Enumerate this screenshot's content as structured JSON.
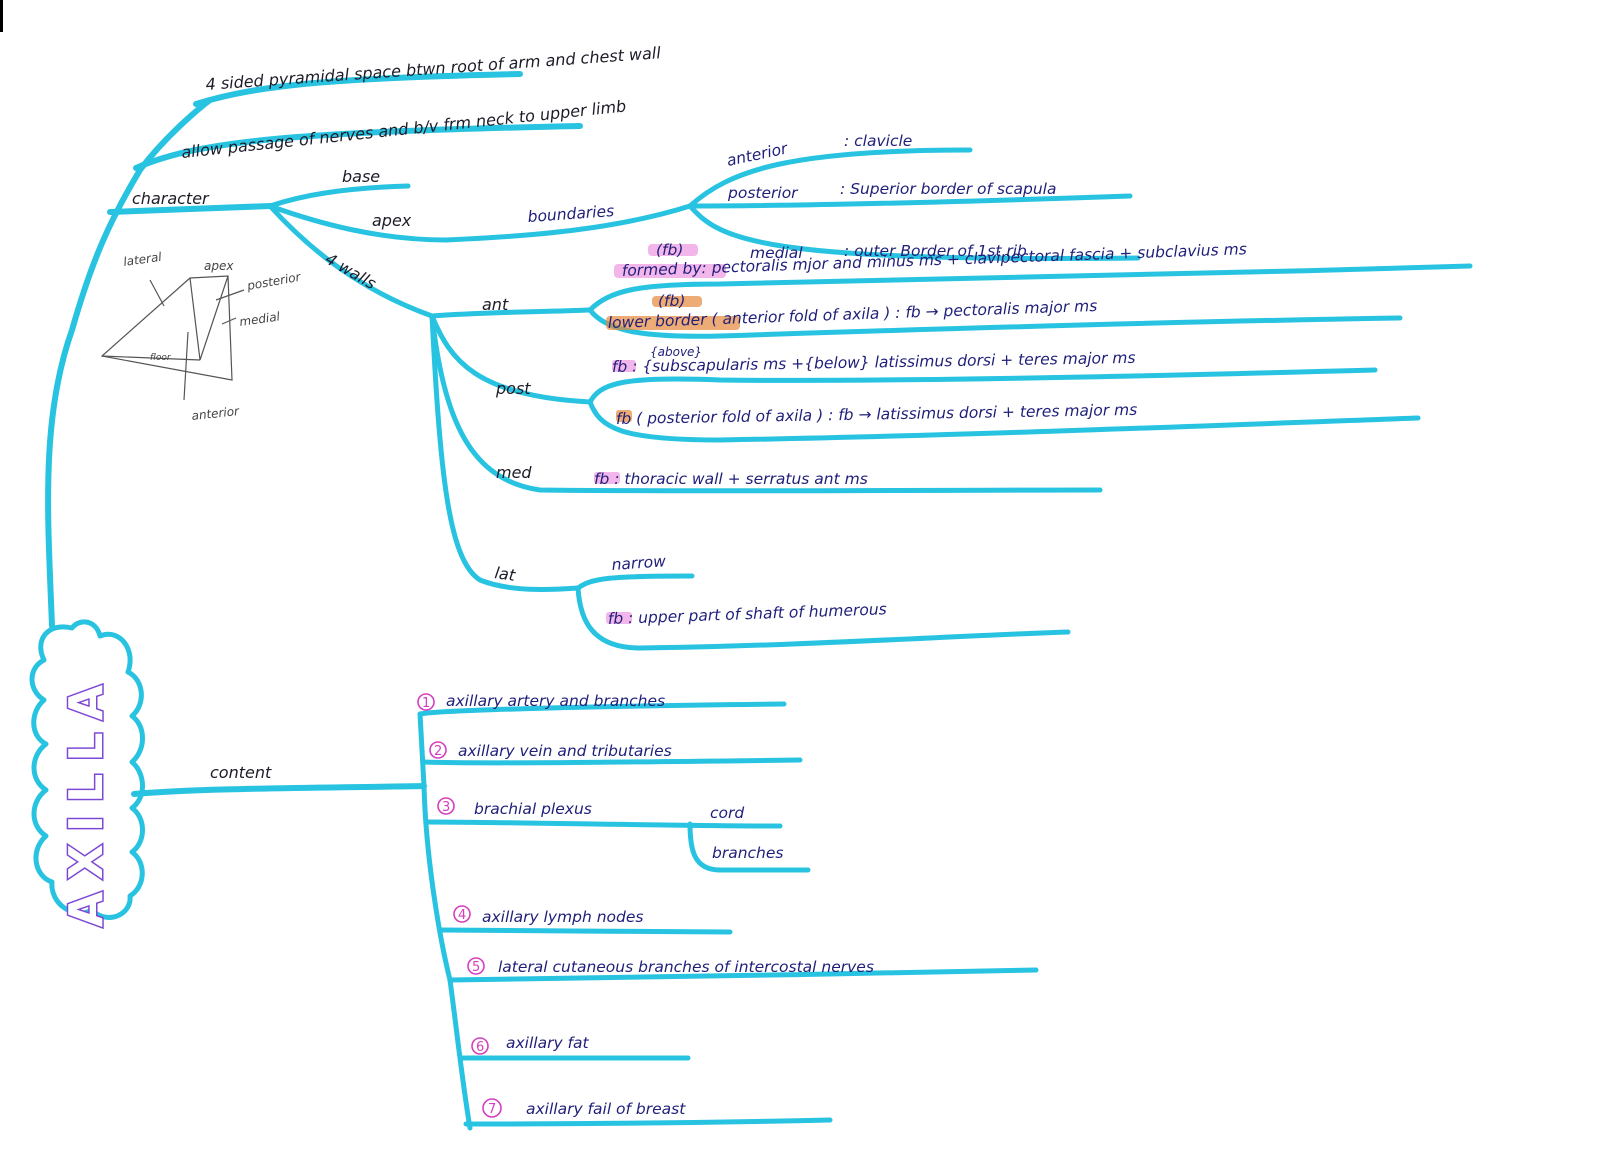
{
  "title": "AXILLA",
  "colors": {
    "branch": "#28c3e0",
    "ink_black": "#1c1c28",
    "ink_blue": "#1f1f7a",
    "title_outline": "#7d48d6",
    "number_circle": "#d43fc0",
    "highlight_pink": "#e87ad8",
    "highlight_orange": "#e6893a"
  },
  "top": {
    "def1": "4 sided pyramidal space btwn  root of arm   and  chest wall",
    "def2": "allow passage of nerves and b/v frm  neck to upper limb"
  },
  "character": {
    "label": "character",
    "base": "base",
    "apex": "apex",
    "boundaries": {
      "label": "boundaries",
      "anterior": "anterior",
      "anterior_val": ":  clavicle",
      "posterior": "posterior",
      "posterior_val": ": Superior border of  scapula",
      "medial": "medial",
      "medial_val": ": outer Border of 1st rib"
    },
    "walls": {
      "label": "4 walls",
      "ant": {
        "label": "ant",
        "fb_tag": "(fb)",
        "formed": "formed by: pectoralis mjor and minus ms + clavipectoral fascia + subclavius ms",
        "fb_tag2": "(fb)",
        "lower": "lower border ( anterior fold of axila ) : fb → pectoralis major ms"
      },
      "post": {
        "label": "post",
        "above": "{above}",
        "fb1": "fb : {subscapularis  ms  +{below} latissimus dorsi + teres major  ms",
        "fb2": "fb ( posterior fold of axila ) : fb  → latissimus dorsi + teres major ms"
      },
      "med": {
        "label": "med",
        "fb": "fb : thoracic  wall + serratus ant ms"
      },
      "lat": {
        "label": "lat",
        "narrow": "narrow",
        "fb": "fb : upper part of shaft of  humerous"
      }
    }
  },
  "sketch": {
    "lateral": "lateral",
    "apex": "apex",
    "posterior": "posterior",
    "medial": "medial",
    "floor": "floor",
    "anterior": "anterior"
  },
  "content": {
    "label": "content",
    "items": [
      {
        "num": "1",
        "text": "axillary artery and branches"
      },
      {
        "num": "2",
        "text": "axillary vein and tributaries"
      },
      {
        "num": "3",
        "text": "brachial plexus"
      },
      {
        "num": "4",
        "text": "axillary lymph nodes"
      },
      {
        "num": "5",
        "text": "lateral cutaneous branches of intercostal nerves"
      },
      {
        "num": "6",
        "text": "axillary fat"
      },
      {
        "num": "7",
        "text": "axillary fail of breast"
      }
    ],
    "plexus_cord": "cord",
    "plexus_branches": "branches"
  }
}
